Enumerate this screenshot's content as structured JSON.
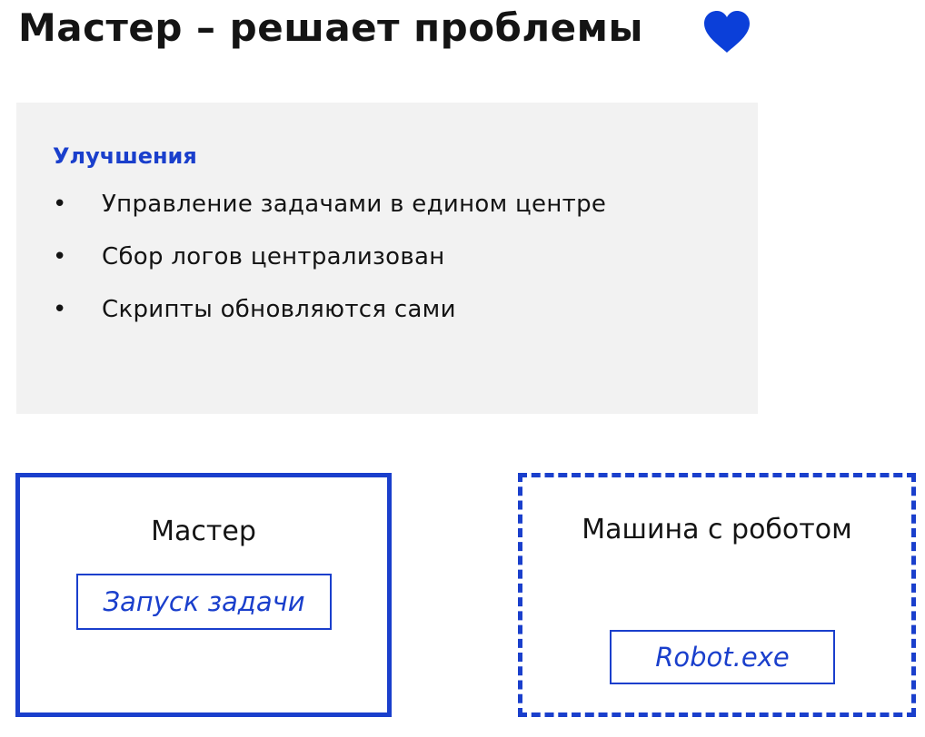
{
  "slide": {
    "title": "Мастер – решает проблемы",
    "title_icon": "heart-icon"
  },
  "colors": {
    "accent": "#1a3fcc",
    "panel_background": "#f2f2f2",
    "text": "#141414"
  },
  "improvements": {
    "heading": "Улучшения",
    "bullet_symbol": "•",
    "items": [
      "Управление задачами в едином центре",
      "Сбор логов централизован",
      "Скрипты обновляются сами"
    ]
  },
  "diagram": {
    "master": {
      "label": "Мастер",
      "border": "solid",
      "inner": "Запуск задачи"
    },
    "robot_machine": {
      "label": "Машина с роботом",
      "border": "dashed",
      "inner": "Robot.exe"
    }
  }
}
